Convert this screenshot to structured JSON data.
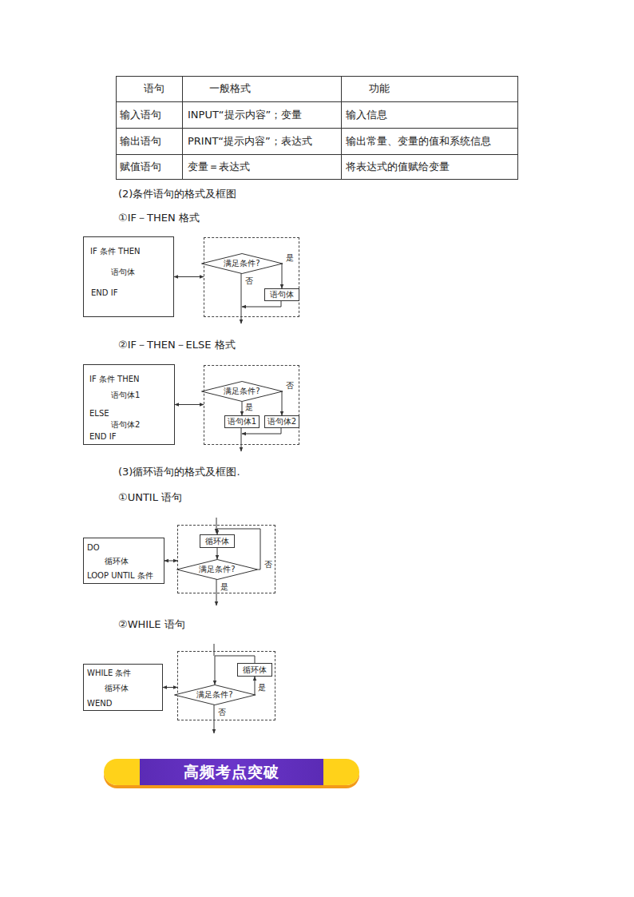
{
  "diagram": {
    "nodes": [
      {
        "text": [
          "IF 条件 THEN",
          "语句体",
          "END IF"
        ]
      },
      {
        "text": []
      },
      {
        "text": [
          "满足条件?"
        ],
        "in": 1
      },
      {
        "text": [
          "语句体"
        ],
        "in": 1
      },
      {
        "text": [
          "IF 条件 THEN",
          "语句体1",
          "ELSE",
          "语句体2",
          "END IF"
        ]
      },
      {
        "text": []
      },
      {
        "text": [
          "满足条件?"
        ],
        "in": 5
      },
      {
        "text": [
          "语句体1"
        ],
        "in": 5
      },
      {
        "text": [
          "语句体2"
        ],
        "in": 5
      },
      {
        "text": [
          "DO",
          "循环体",
          "LOOP UNTIL 条件"
        ]
      },
      {
        "text": []
      },
      {
        "text": [
          "循环体"
        ],
        "in": 10
      },
      {
        "text": [
          "满足条件?"
        ],
        "in": 10
      },
      {
        "text": [
          "WHILE 条件",
          "循环体",
          "WEND"
        ]
      },
      {
        "text": []
      },
      {
        "text": [
          "满足条件?"
        ],
        "in": 14
      },
      {
        "text": [
          "循环体"
        ],
        "in": 14
      },
      {
        "text": [
          "高频考点突破"
        ]
      }
    ],
    "edges": [
      {
        "from": 0,
        "to": 1,
        "arrow": "both"
      },
      {
        "from": 2,
        "to": 3,
        "label": "是",
        "arrow": "to"
      },
      {
        "from": 4,
        "to": 5,
        "arrow": "both"
      },
      {
        "from": 6,
        "to": 7,
        "label": "是",
        "arrow": "to"
      },
      {
        "from": 6,
        "to": 8,
        "label": "否",
        "arrow": "to"
      },
      {
        "from": 9,
        "to": 10,
        "arrow": "both"
      },
      {
        "from": 11,
        "to": 12,
        "arrow": "to"
      },
      {
        "from": 12,
        "to": 11,
        "label": "否",
        "arrow": "to"
      },
      {
        "from": 13,
        "to": 14,
        "arrow": "both"
      },
      {
        "from": 15,
        "to": 16,
        "label": "是",
        "arrow": "to"
      },
      {
        "from": 16,
        "to": 15,
        "arrow": "to"
      }
    ],
    "labels": [
      "语句",
      "一般格式",
      "功能",
      "输入语句",
      "INPUT“提示内容”；变量",
      "输入信息",
      "输出语句",
      "PRINT“提示内容”；表达式",
      "输出常量、变量的值和系统信息",
      "赋值语句",
      "变量＝表达式",
      "将表达式的值赋给变量",
      "(2)条件语句的格式及框图",
      "①IF－THEN 格式",
      "②IF－THEN－ELSE 格式",
      "(3)循环语句的格式及框图.",
      "①UNTIL 语句",
      "②WHILE 语句",
      "否",
      "是",
      "否"
    ]
  }
}
